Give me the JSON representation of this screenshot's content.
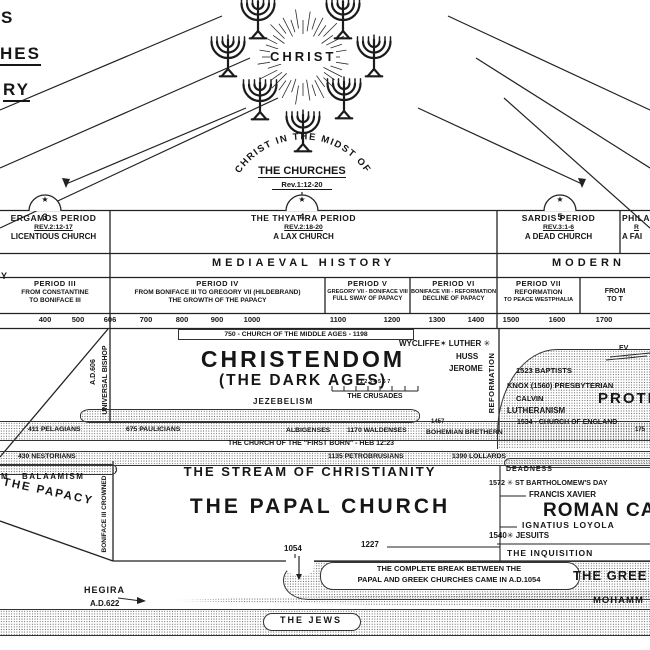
{
  "page": {
    "title_frag1": "S",
    "title_frag2": "HES",
    "title_frag3": "RY",
    "history_frag": "Y",
    "balaam_frag": "M"
  },
  "christ": {
    "name": "CHRIST",
    "arc": "CHRIST IN THE MIDST OF",
    "churches": "THE CHURCHES",
    "ref": "Rev.1:12-20",
    "bump_star": "★"
  },
  "header": {
    "pergamos": {
      "num": "3",
      "name": "ERGAMOS PERIOD",
      "ref": "REV.2:12-17",
      "desc": "LICENTIOUS CHURCH"
    },
    "thyatira": {
      "num": "4",
      "name": "THE THYATIRA PERIOD",
      "ref": "REV.2:18-20",
      "desc": "A LAX CHURCH"
    },
    "sardis": {
      "num": "5",
      "name": "SARDIS PERIOD",
      "ref": "REV.3:1-6",
      "desc": "A DEAD CHURCH"
    },
    "philadelphia": {
      "name": "PHILA",
      "ref": "R",
      "desc": "A FAI"
    },
    "mediaeval": "MEDIAEVAL HISTORY",
    "modern": "MODERN"
  },
  "periods": [
    {
      "label": "PERIOD III",
      "l1": "FROM CONSTANTINE",
      "l2": "TO BONIFACE III"
    },
    {
      "label": "PERIOD IV",
      "l1": "FROM BONIFACE III TO GREGORY VII (HILDEBRAND)",
      "l2": "THE GROWTH OF THE PAPACY"
    },
    {
      "label": "PERIOD V",
      "l1": "GREGORY VII - BONIFACE VIII",
      "l2": "FULL SWAY OF PAPACY"
    },
    {
      "label": "PERIOD VI",
      "l1": "BONIFACE VIII - REFORMATION",
      "l2": "DECLINE OF PAPACY"
    },
    {
      "label": "PERIOD VII",
      "l1": "REFORMATION",
      "l2": "TO PEACE WESTPHALIA"
    },
    {
      "label": "",
      "l1": "FROM",
      "l2": "TO T"
    }
  ],
  "timeline": [
    "400",
    "500",
    "606",
    "700",
    "800",
    "900",
    "1000",
    "1100",
    "1200",
    "1300",
    "1400",
    "1500",
    "1600",
    "1700"
  ],
  "christendom": {
    "box": "750 -  CHURCH OF THE MIDDLE AGES - 1198",
    "title": "CHRISTENDOM",
    "subtitle": "(THE DARK AGES)",
    "bishop1": "UNIVERSAL BISHOP",
    "bishop2": "A.D.606",
    "jezebelism": "JEZEBELISM",
    "crusade_nums": "1   2 3 4 5 6 7",
    "crusades": "THE CRUSADES",
    "reformers1": "WYCLIFFE✶ LUTHER ✳",
    "reformers2": "HUSS",
    "reformers3": "JEROME",
    "reformation": "REFORMATION",
    "ev": "EV"
  },
  "protestant": {
    "baptists": "1523 BAPTISTS",
    "knox": "KNOX (1560) PRESBYTERIAN",
    "calvin": "CALVIN",
    "lutheranism": "LUTHERANISM",
    "england": "1534 - CHURCH OF ENGLAND",
    "big": "PROTE",
    "frag": "175"
  },
  "streams": {
    "pelagians": "411 PELAGIANS",
    "paulicians": "675 PAULICIANS",
    "albigenses": "ALBIGENSES",
    "waldenses": "1170 WALDENSES",
    "brethren_year": "1457",
    "brethren": "BOHEMIAN BRETHERN",
    "firstborn": "THE CHURCH OF THE \"FIRST BORN\" - HEB 12:23",
    "nestorians": "430 NESTORIANS",
    "petrobrusians": "1135 PETROBRUSIANS",
    "lollards": "1390 LOLLARDS",
    "balaamism": "BALAAMISM",
    "stream_title": "THE STREAM OF CHRISTIANITY"
  },
  "papal": {
    "title": "THE PAPAL CHURCH",
    "papacy": "THE PAPACY",
    "boniface": "BONIFACE III CROWNED",
    "y1054": "1054",
    "y1227": "1227",
    "inquisition": "THE INQUISITION"
  },
  "catholic": {
    "deadness": "DEADNESS",
    "bartholomew": "1572 ✳ ST BARTHOLOMEW'S DAY",
    "xavier": "FRANCIS XAVIER",
    "big": "ROMAN CATH",
    "loyola": "IGNATIUS LOYOLA",
    "jesuits": "1540✳ JESUITS"
  },
  "greek": {
    "l1": "THE COMPLETE BREAK BETWEEN THE",
    "l2": "PAPAL AND GREEK CHURCHES CAME IN A.D.1054",
    "big": "THE GREE"
  },
  "islam": {
    "hegira": "HEGIRA",
    "year": "A.D.622",
    "big": "MOHAMM"
  },
  "jews": {
    "label": "THE JEWS"
  }
}
